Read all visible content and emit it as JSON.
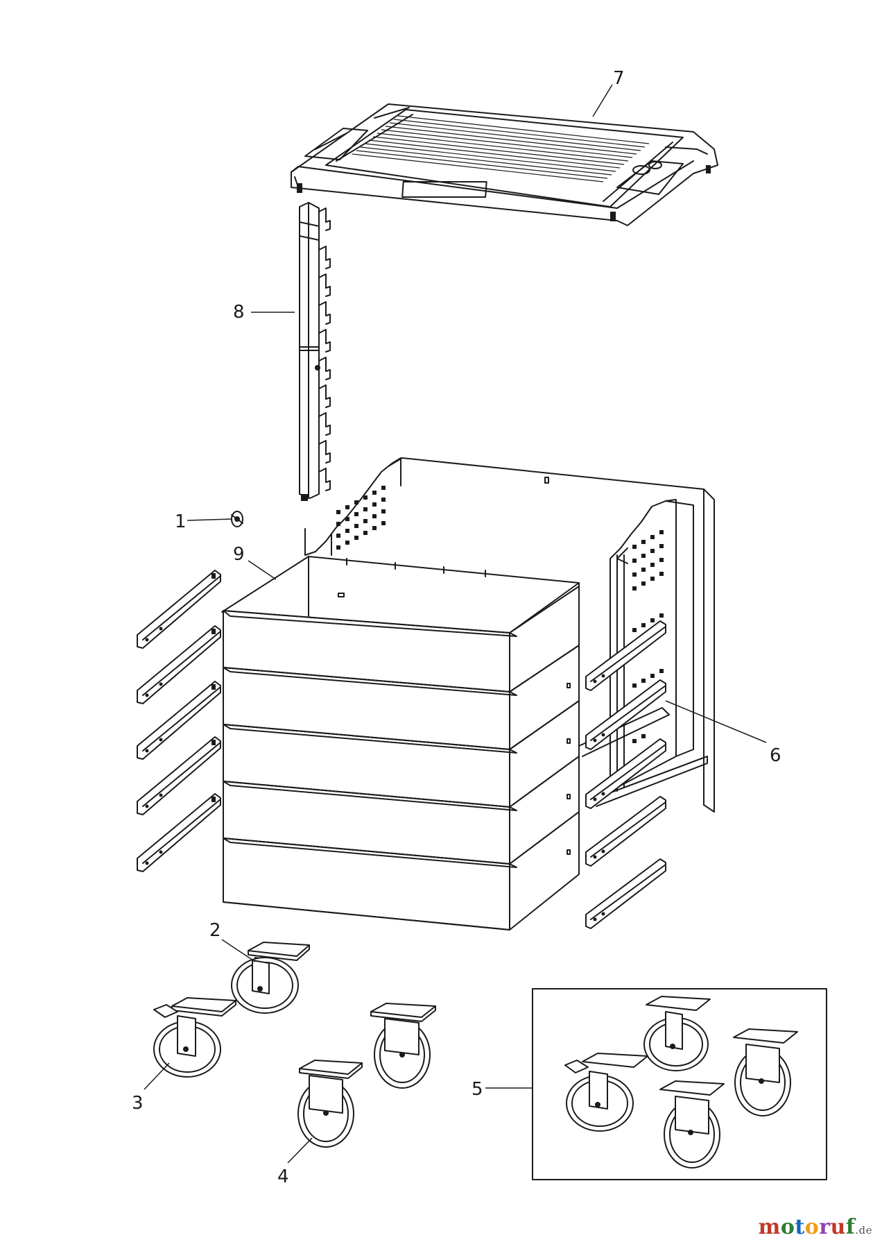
{
  "callouts": [
    {
      "id": "1",
      "label": "1"
    },
    {
      "id": "2",
      "label": "2"
    },
    {
      "id": "3",
      "label": "3"
    },
    {
      "id": "4",
      "label": "4"
    },
    {
      "id": "5",
      "label": "5"
    },
    {
      "id": "6",
      "label": "6"
    },
    {
      "id": "7",
      "label": "7"
    },
    {
      "id": "8",
      "label": "8"
    },
    {
      "id": "9",
      "label": "9"
    }
  ],
  "watermark": {
    "name": "motoruf",
    "tld": ".de"
  }
}
